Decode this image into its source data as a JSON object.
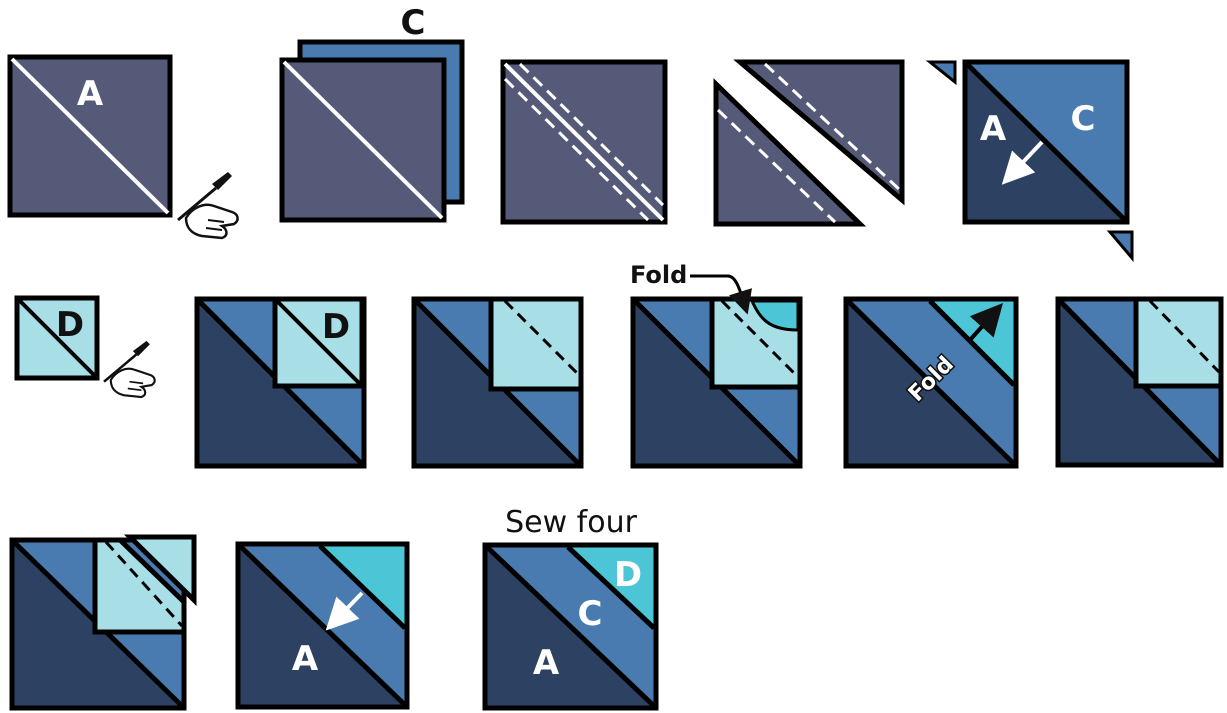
{
  "labels": {
    "a": "A",
    "c": "C",
    "d": "D",
    "fold": "Fold",
    "sew_four": "Sew four"
  },
  "colors": {
    "fabric_a_gray": "#555a78",
    "fabric_a_navy": "#2d4263",
    "fabric_c_blue": "#4a7bb0",
    "fabric_d_light": "#a8dfe6",
    "fabric_d_teal": "#4cc6d6",
    "outline": "#000000"
  },
  "icons": {
    "pencil_hand": "pencil-hand-icon",
    "arrow": "arrow-icon"
  }
}
